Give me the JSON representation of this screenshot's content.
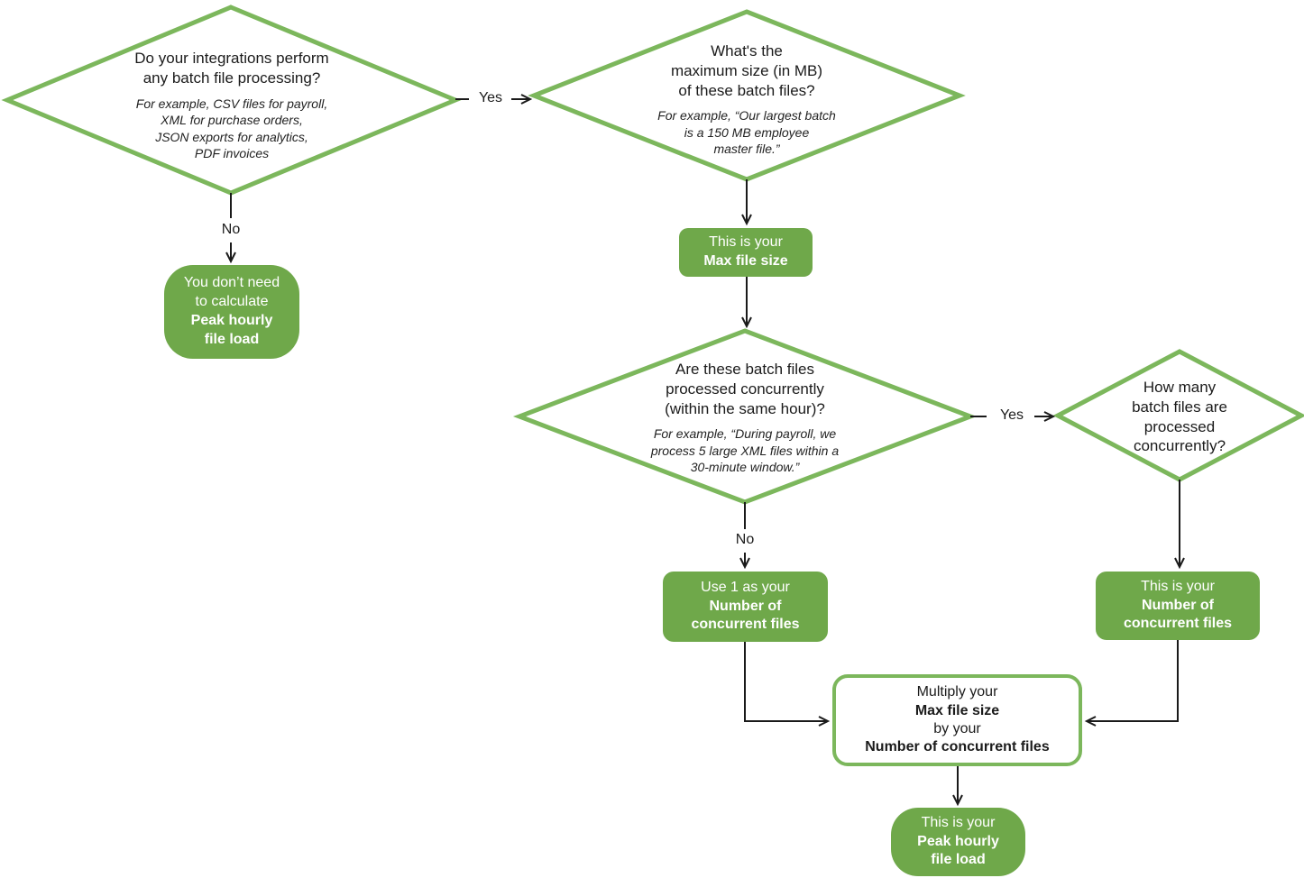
{
  "colors": {
    "green_fill": "#6FA84A",
    "green_stroke": "#7CB75C",
    "arrow": "#1A1A1A",
    "text_dark": "#1B1B1B",
    "text_light": "#FFFFFF",
    "background": "#FFFFFF"
  },
  "decisions": {
    "batch_processing": {
      "question": "Do your integrations perform\nany batch file processing?",
      "example": "For example, CSV files for payroll,\nXML for purchase orders,\nJSON exports for analytics,\nPDF invoices"
    },
    "max_size": {
      "question": "What's the\nmaximum size (in MB)\nof these batch files?",
      "example": "For example, “Our largest batch\nis a 150 MB employee\nmaster file.”"
    },
    "concurrent": {
      "question": "Are these batch files\nprocessed concurrently\n(within the same hour)?",
      "example": "For example, “During payroll, we\nprocess 5 large XML files within a\n30-minute window.”"
    },
    "how_many": {
      "question": "How many\nbatch files are\nprocessed\nconcurrently?"
    }
  },
  "results": {
    "no_calculation": {
      "text": "You don’t need\nto calculate",
      "term": "Peak hourly\nfile load"
    },
    "max_file_size": {
      "text": "This is your",
      "term": "Max file size"
    },
    "use_one": {
      "text": "Use 1 as your",
      "term": "Number of\nconcurrent files"
    },
    "number_concurrent": {
      "text": "This is your",
      "term": "Number of\nconcurrent files"
    },
    "peak_hourly_load": {
      "text": "This is your",
      "term": "Peak hourly\nfile load"
    }
  },
  "process": {
    "multiply": {
      "line1": "Multiply your",
      "term1": "Max file size",
      "line2": "by your",
      "term2": "Number of concurrent files"
    }
  },
  "edge_labels": {
    "yes_batch": "Yes",
    "no_batch": "No",
    "yes_concurrent": "Yes",
    "no_concurrent": "No"
  }
}
